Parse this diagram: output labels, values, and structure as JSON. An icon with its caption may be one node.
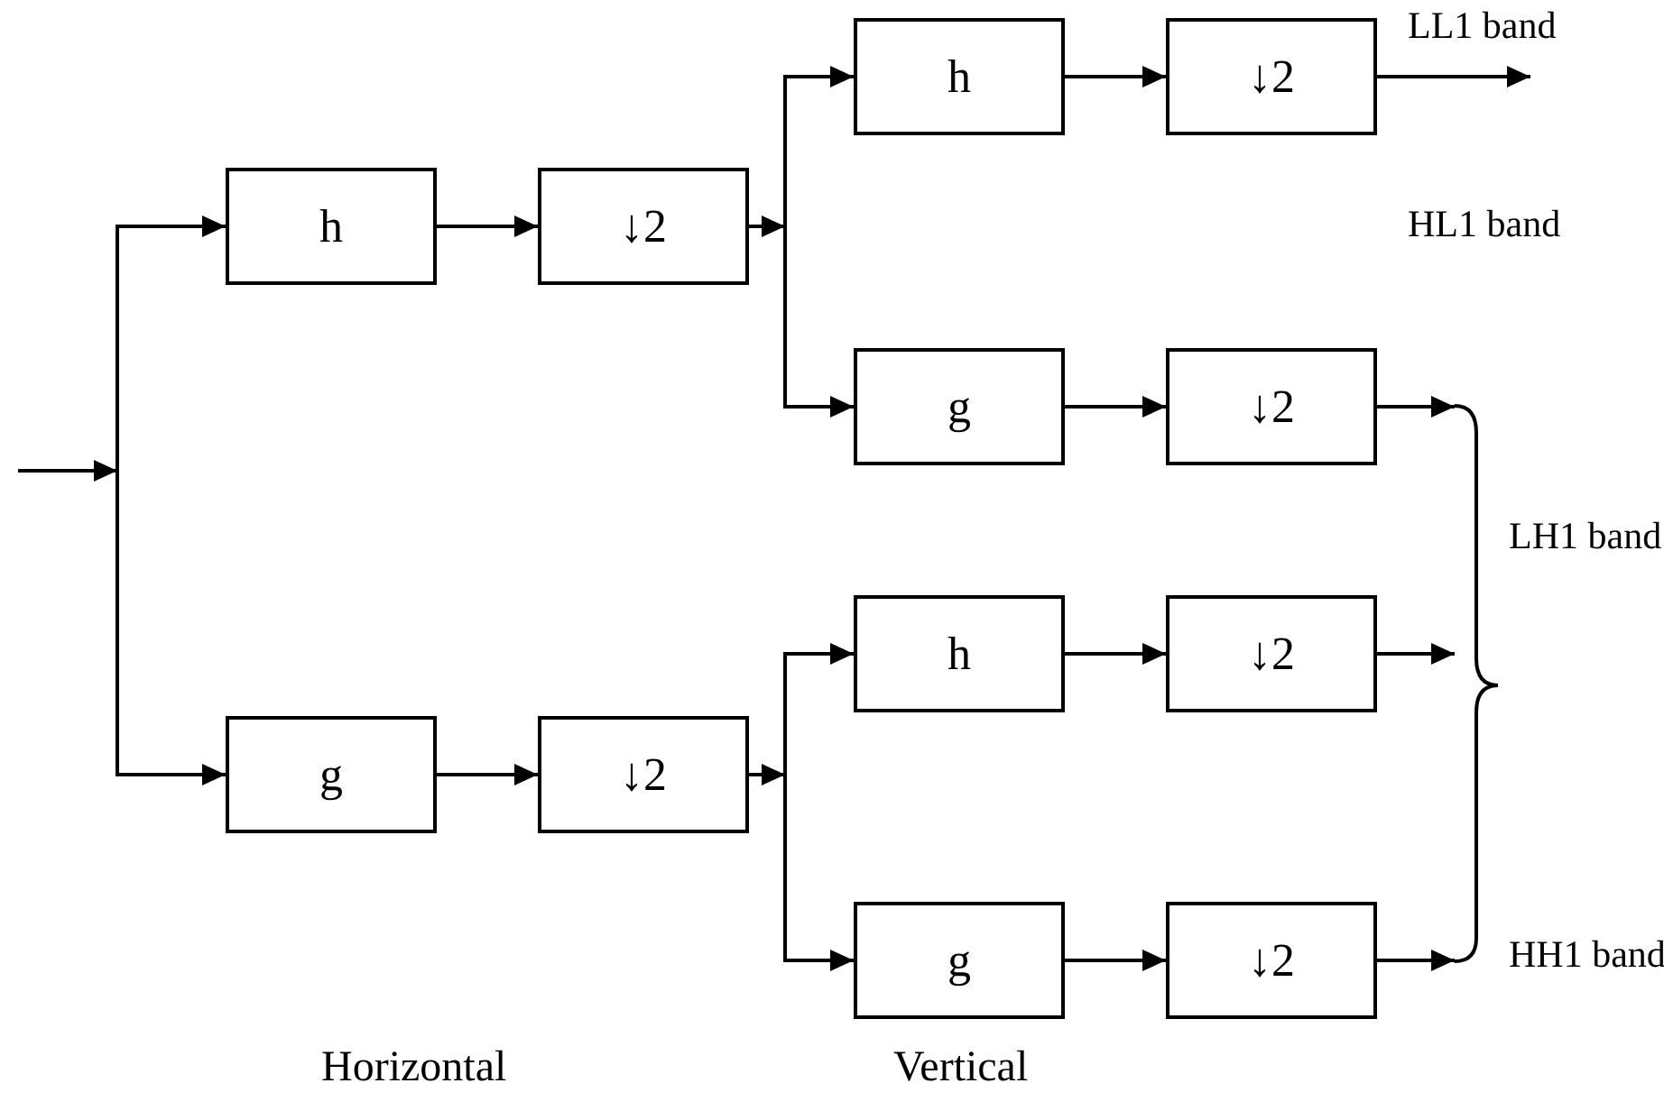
{
  "diagram": {
    "nodes": [
      {
        "text": [
          "h"
        ]
      },
      {
        "text": [
          "↓2"
        ]
      },
      {
        "text": [
          "g"
        ]
      },
      {
        "text": [
          "↓2"
        ]
      },
      {
        "text": [
          "h"
        ]
      },
      {
        "text": [
          "↓2"
        ]
      },
      {
        "text": [
          "g"
        ]
      },
      {
        "text": [
          "↓2"
        ]
      },
      {
        "text": [
          "h"
        ]
      },
      {
        "text": [
          "↓2"
        ]
      },
      {
        "text": [
          "g"
        ]
      },
      {
        "text": [
          "↓2"
        ]
      },
      {
        "text": [],
        "shape": "brace"
      }
    ],
    "edges": [
      {
        "from": null,
        "to": 0,
        "arrow": "to"
      },
      {
        "from": null,
        "to": 2,
        "arrow": "to"
      },
      {
        "from": 0,
        "to": 1,
        "arrow": "to"
      },
      {
        "from": 2,
        "to": 3,
        "arrow": "to"
      },
      {
        "from": 1,
        "to": 4,
        "arrow": "to"
      },
      {
        "from": 1,
        "to": 6,
        "arrow": "to"
      },
      {
        "from": 3,
        "to": 8,
        "arrow": "to"
      },
      {
        "from": 3,
        "to": 10,
        "arrow": "to"
      },
      {
        "from": 4,
        "to": 5,
        "arrow": "to"
      },
      {
        "from": 6,
        "to": 7,
        "arrow": "to"
      },
      {
        "from": 8,
        "to": 9,
        "arrow": "to"
      },
      {
        "from": 10,
        "to": 11,
        "arrow": "to"
      },
      {
        "from": 5,
        "to": null,
        "arrow": "to"
      },
      {
        "from": 7,
        "to": 12,
        "arrow": "to"
      },
      {
        "from": 9,
        "to": 12,
        "arrow": "to"
      },
      {
        "from": 11,
        "to": 12,
        "arrow": "to"
      }
    ],
    "labels": [
      "LL1 band",
      "HL1 band",
      "LH1 band",
      "HH1 band",
      "Horizontal",
      "Vertical"
    ]
  }
}
